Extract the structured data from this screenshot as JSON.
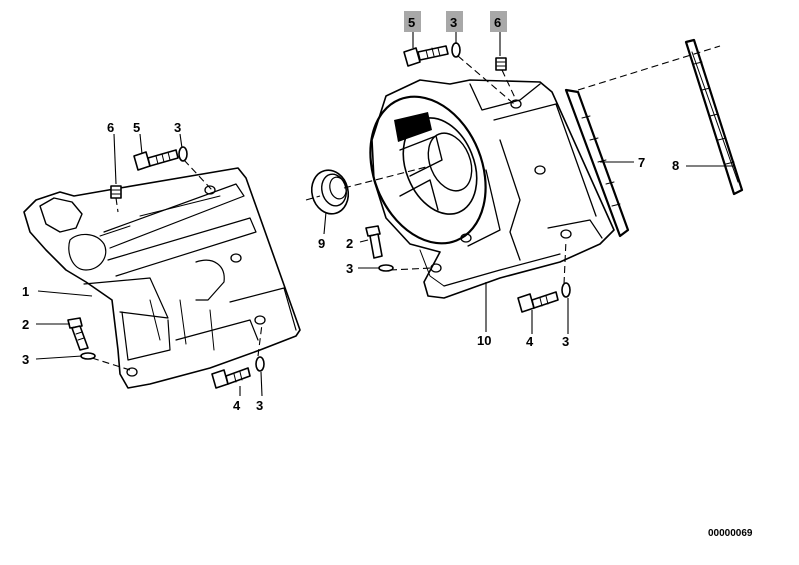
{
  "diagram": {
    "callouts": [
      {
        "id": "c1",
        "label": "1"
      },
      {
        "id": "c2a",
        "label": "2"
      },
      {
        "id": "c3a",
        "label": "3"
      },
      {
        "id": "c6a",
        "label": "6"
      },
      {
        "id": "c5a",
        "label": "5"
      },
      {
        "id": "c3b",
        "label": "3"
      },
      {
        "id": "c4a",
        "label": "4"
      },
      {
        "id": "c3c",
        "label": "3"
      },
      {
        "id": "c5b",
        "label": "5",
        "highlighted": true
      },
      {
        "id": "c3d",
        "label": "3",
        "highlighted": true
      },
      {
        "id": "c6b",
        "label": "6",
        "highlighted": true
      },
      {
        "id": "c7",
        "label": "7"
      },
      {
        "id": "c8",
        "label": "8"
      },
      {
        "id": "c9",
        "label": "9"
      },
      {
        "id": "c2b",
        "label": "2"
      },
      {
        "id": "c3e",
        "label": "3"
      },
      {
        "id": "c10",
        "label": "10"
      },
      {
        "id": "c4b",
        "label": "4"
      },
      {
        "id": "c3f",
        "label": "3"
      }
    ],
    "reference_number": "00000069",
    "highlight_color": "#a8a8a8",
    "ink_color": "#000000"
  }
}
